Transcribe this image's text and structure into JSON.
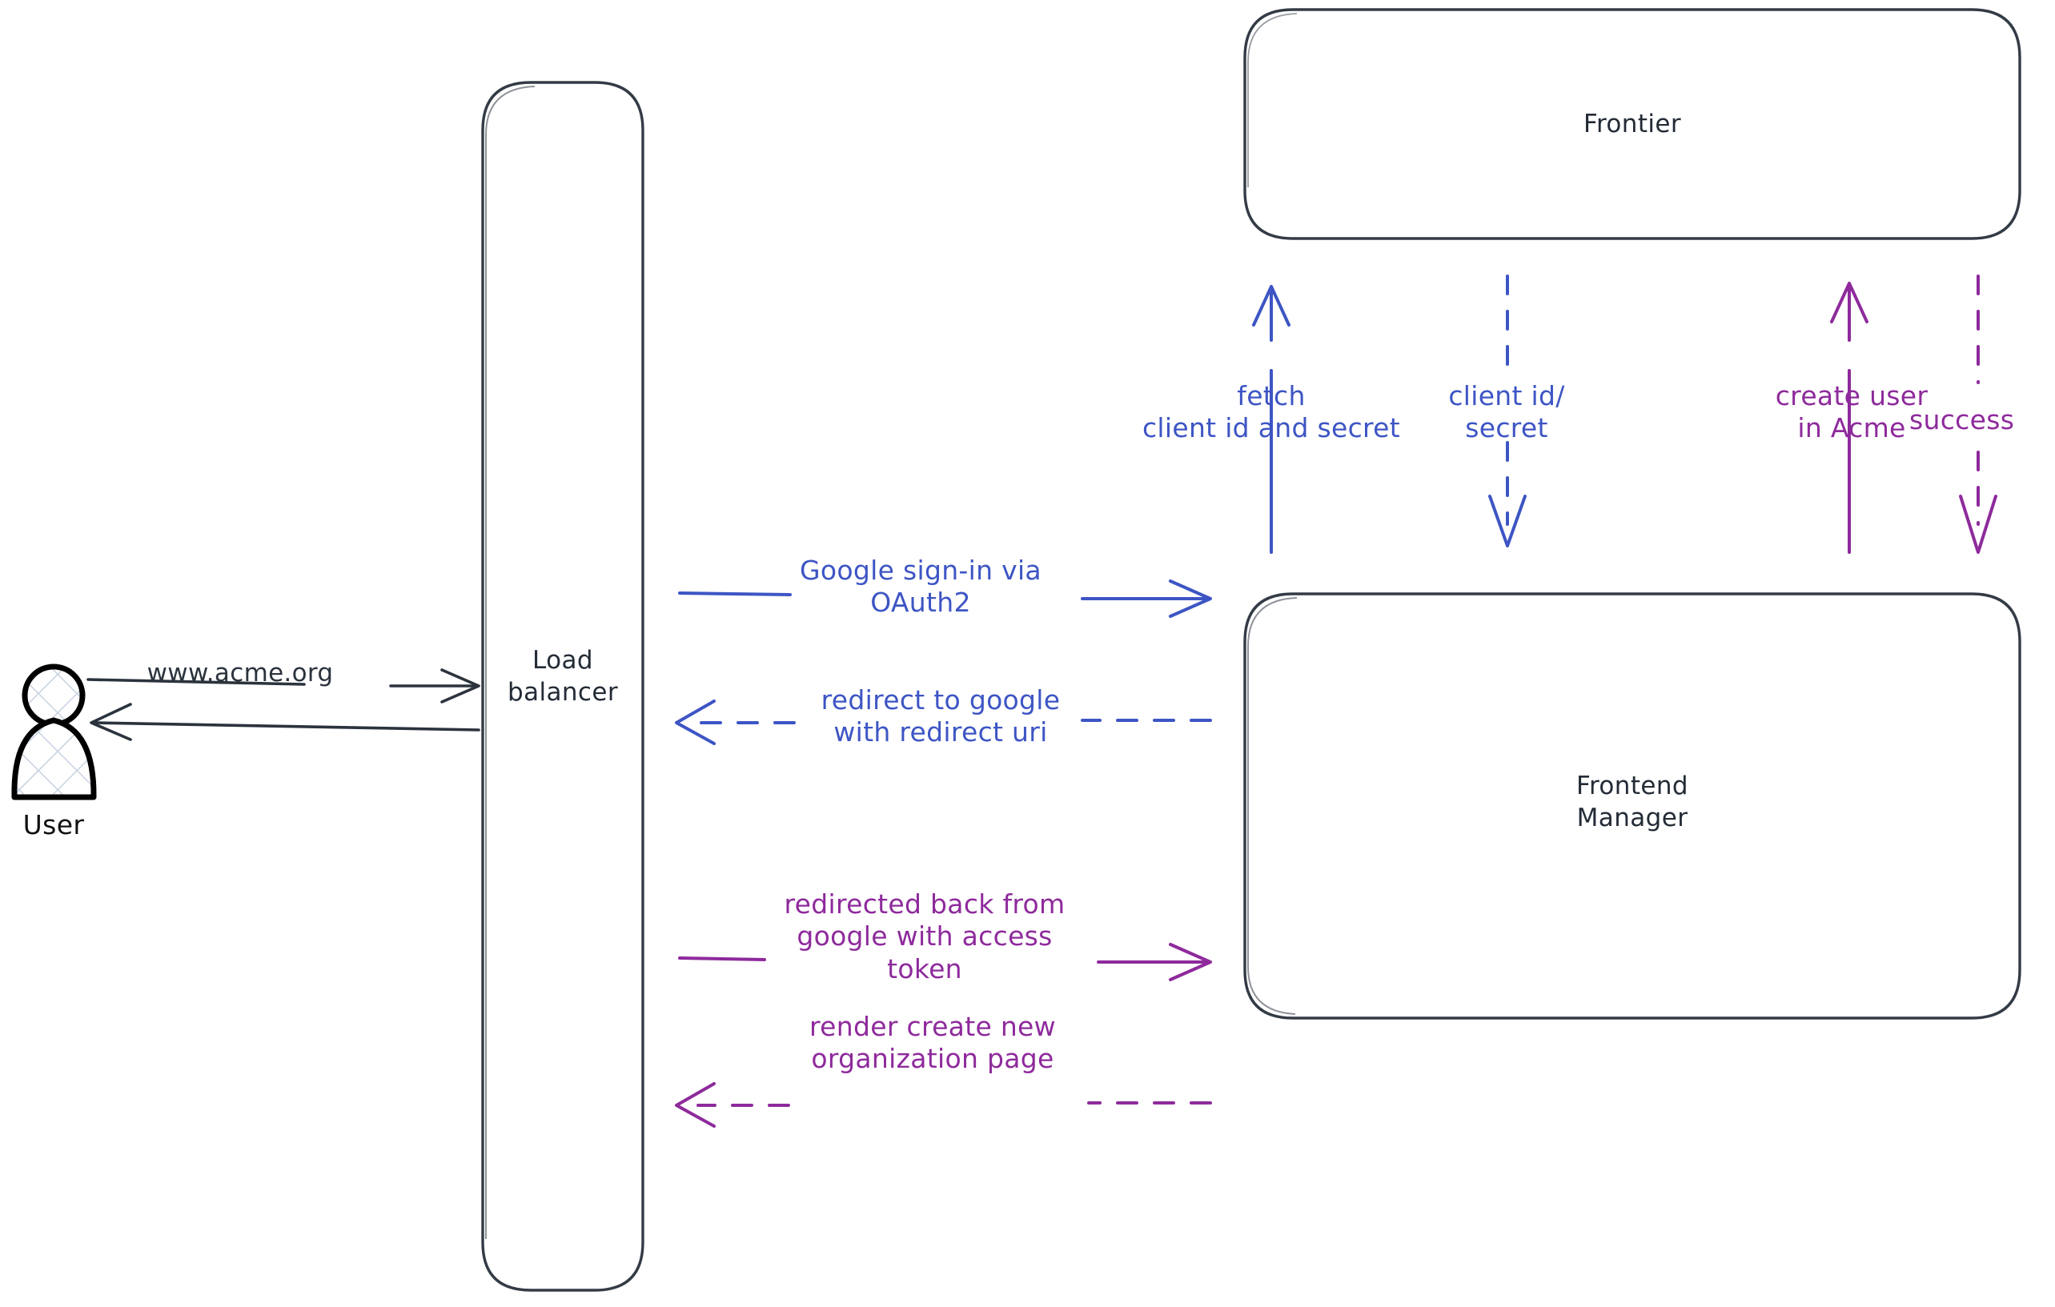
{
  "diagram": {
    "title": "Google OAuth2 sign-in flow",
    "colors": {
      "node_stroke": "#333b46",
      "node_fill": "#ffffff",
      "actor_stroke": "#000000",
      "actor_hatch": "#c7d2e0",
      "blue": "#3d55c4",
      "purple": "#8e2a9c",
      "dark_gray": "#2b333d"
    }
  },
  "actors": {
    "user": {
      "label": "User",
      "icon": "person-icon"
    }
  },
  "nodes": [
    {
      "id": "load-balancer",
      "label": "Load\nbalancer"
    },
    {
      "id": "frontier",
      "label": "Frontier"
    },
    {
      "id": "frontend-manager",
      "label": "Frontend\nManager"
    }
  ],
  "edges": [
    {
      "id": "user-to-lb",
      "label": "www.acme.org",
      "color": "dark_gray",
      "style": "solid",
      "direction": "right",
      "from": "user",
      "to": "load-balancer"
    },
    {
      "id": "lb-to-user",
      "label": "",
      "color": "dark_gray",
      "style": "solid",
      "direction": "left",
      "from": "load-balancer",
      "to": "user"
    },
    {
      "id": "lb-to-fm-signin",
      "label": "Google sign-in via\nOAuth2",
      "color": "blue",
      "style": "solid",
      "direction": "right",
      "from": "load-balancer",
      "to": "frontend-manager"
    },
    {
      "id": "fm-to-lb-redirect",
      "label": "redirect to google\nwith redirect uri",
      "color": "blue",
      "style": "dashed",
      "direction": "left",
      "from": "frontend-manager",
      "to": "load-balancer"
    },
    {
      "id": "lb-to-fm-token",
      "label": "redirected back from\ngoogle with access\ntoken",
      "color": "purple",
      "style": "solid",
      "direction": "right",
      "from": "load-balancer",
      "to": "frontend-manager"
    },
    {
      "id": "fm-to-lb-render",
      "label": "render create new\norganization page",
      "color": "purple",
      "style": "dashed",
      "direction": "left",
      "from": "frontend-manager",
      "to": "load-balancer"
    },
    {
      "id": "fm-to-frontier-fetch",
      "label": "fetch\nclient id and secret",
      "color": "blue",
      "style": "solid",
      "direction": "up",
      "from": "frontend-manager",
      "to": "frontier"
    },
    {
      "id": "frontier-to-fm-creds",
      "label": "client id/\nsecret",
      "color": "blue",
      "style": "dashed",
      "direction": "down",
      "from": "frontier",
      "to": "frontend-manager"
    },
    {
      "id": "fm-to-frontier-create",
      "label": "create user\nin Acme",
      "color": "purple",
      "style": "solid",
      "direction": "up",
      "from": "frontend-manager",
      "to": "frontier"
    },
    {
      "id": "frontier-to-fm-success",
      "label": "success",
      "color": "purple",
      "style": "dashed",
      "direction": "down",
      "from": "frontier",
      "to": "frontend-manager"
    }
  ]
}
